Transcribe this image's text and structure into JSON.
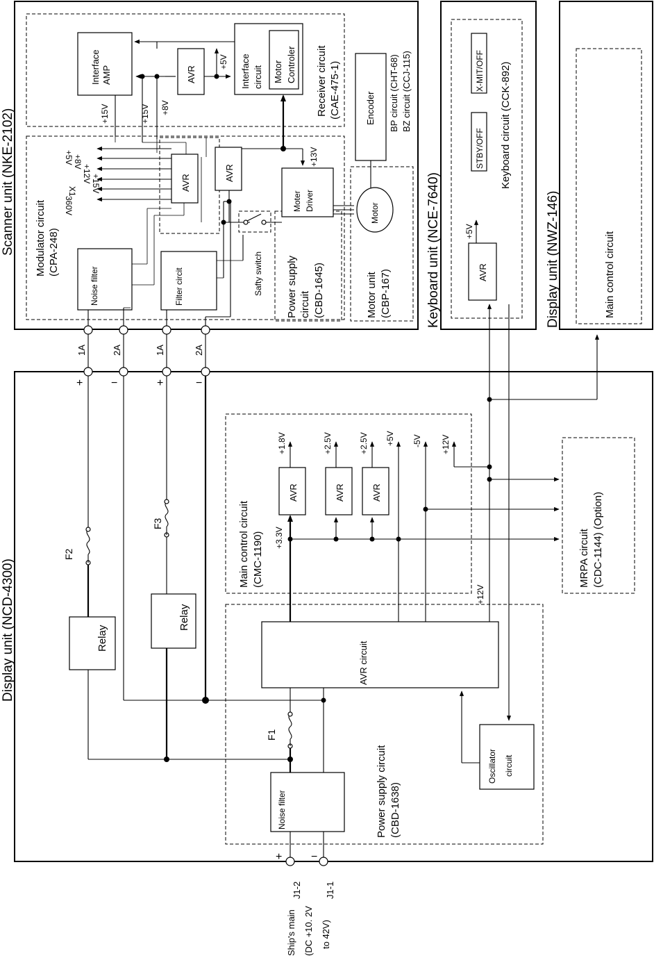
{
  "units": {
    "scanner": "Scanner unit (NKE-2102)",
    "keyboard": "Keyboard unit (NCE-7640)",
    "display_top": "Display unit (NWZ-146)",
    "display_main": "Display unit (NCD-4300)"
  },
  "receiver": {
    "title": "Receiver circuit",
    "code": "(CAE-475-1)",
    "interface_amp": [
      "Interface",
      "AMP"
    ],
    "avr": "AVR",
    "interface_circuit": [
      "Interface",
      "circuit"
    ],
    "motor_controller": [
      "Motor",
      "Controler"
    ],
    "plus5v": "+5V"
  },
  "encoder": {
    "label": "Encoder",
    "bp": "BP circuit (CHT-68)",
    "bz": "BZ circuit (CCJ-115)"
  },
  "modulator": {
    "title": "Modulator  circuit",
    "code": "(CPA-248)",
    "noise_filter": "Noise filter",
    "avr1": "AVR",
    "avr2": "AVR",
    "filter_circit": "Filter circit",
    "outputs": [
      "+5V",
      "+8V",
      "+12V",
      "+15V",
      "X1",
      "360V"
    ],
    "v15a": "+15V",
    "v15b": "+15V",
    "v8": "+8V",
    "v13": "+13V"
  },
  "power_scanner": {
    "moter_driver": [
      "Moter",
      "Driver"
    ],
    "safety_switch": "Safty switch",
    "title": [
      "Power  supply",
      "circuit",
      "(CBD-1645)"
    ]
  },
  "motor_unit": {
    "motor": "Motor",
    "title": "Motor  unit",
    "code": "(CBP-167)"
  },
  "keyboard": {
    "stby": "STBY/OFF",
    "xmit": "X-MIT/OFF",
    "title": "Keyboard circuit (CCK-892)",
    "avr": "AVR",
    "plus5v": "+5V"
  },
  "display_top": {
    "main_control": "Main control circuit"
  },
  "terminals": [
    "1A",
    "2A",
    "1A",
    "2A"
  ],
  "polarity": [
    "+",
    "−",
    "+",
    "−"
  ],
  "main_control": {
    "title": "Main control circuit",
    "code": "(CMC-1190)",
    "avr": [
      "AVR",
      "AVR",
      "AVR"
    ],
    "rails": [
      "+1.8V",
      "+2.5V",
      "+2.5V",
      "+5V",
      "-5V",
      "+12V"
    ],
    "v33": "+3.3V",
    "v12": "+12V"
  },
  "mrpa": {
    "title": "MRPA circuit",
    "code": "(CDC-1144)  (Option)"
  },
  "fuses": [
    "F1",
    "F2",
    "F3"
  ],
  "relays": [
    "Relay",
    "Relay"
  ],
  "power_supply": {
    "avr_circuit": "AVR circuit",
    "noise_filter": "Noise filter",
    "oscillator": [
      "Oscillator",
      "circuit"
    ],
    "title": "Power supply circuit",
    "code": "(CBD-1638)"
  },
  "input": {
    "j12": "J1-2",
    "j11": "J1-1",
    "plus": "+",
    "minus": "−",
    "ships_main": "Ship's main",
    "spec1": "(DC +10. 2V",
    "spec2": "to 42V)"
  }
}
